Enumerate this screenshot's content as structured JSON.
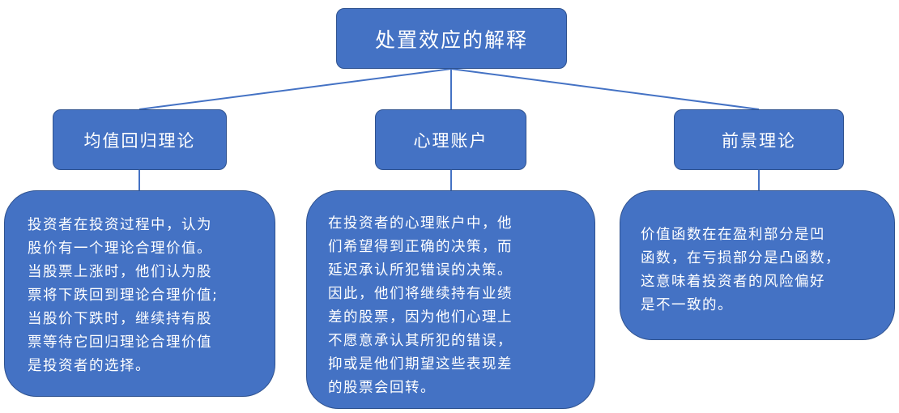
{
  "root": {
    "label": "处置效应的解释"
  },
  "branches": [
    {
      "label": "均值回归理论",
      "text": "投资者在投资过程中，认为\n股价有一个理论合理价值。\n当股票上涨时，他们认为股\n票将下跌回到理论合理价值;\n当股价下跌时，继续持有股\n票等待它回归理论合理价值\n是投资者的选择。"
    },
    {
      "label": "心理账户",
      "text": "在投资者的心理账户中，他\n们希望得到正确的决策，而\n延迟承认所犯错误的决策。\n因此，他们将继续持有业绩\n差的股票，因为他们心理上\n不愿意承认其所犯的错误，\n抑或是他们期望这些表现差\n的股票会回转。"
    },
    {
      "label": "前景理论",
      "text": "价值函数在在盈利部分是凹\n函数，在亏损部分是凸函数，\n这意味着投资者的风险偏好\n是不一致的。"
    }
  ],
  "colors": {
    "fill": "#4472c4",
    "line": "#4472c4"
  }
}
